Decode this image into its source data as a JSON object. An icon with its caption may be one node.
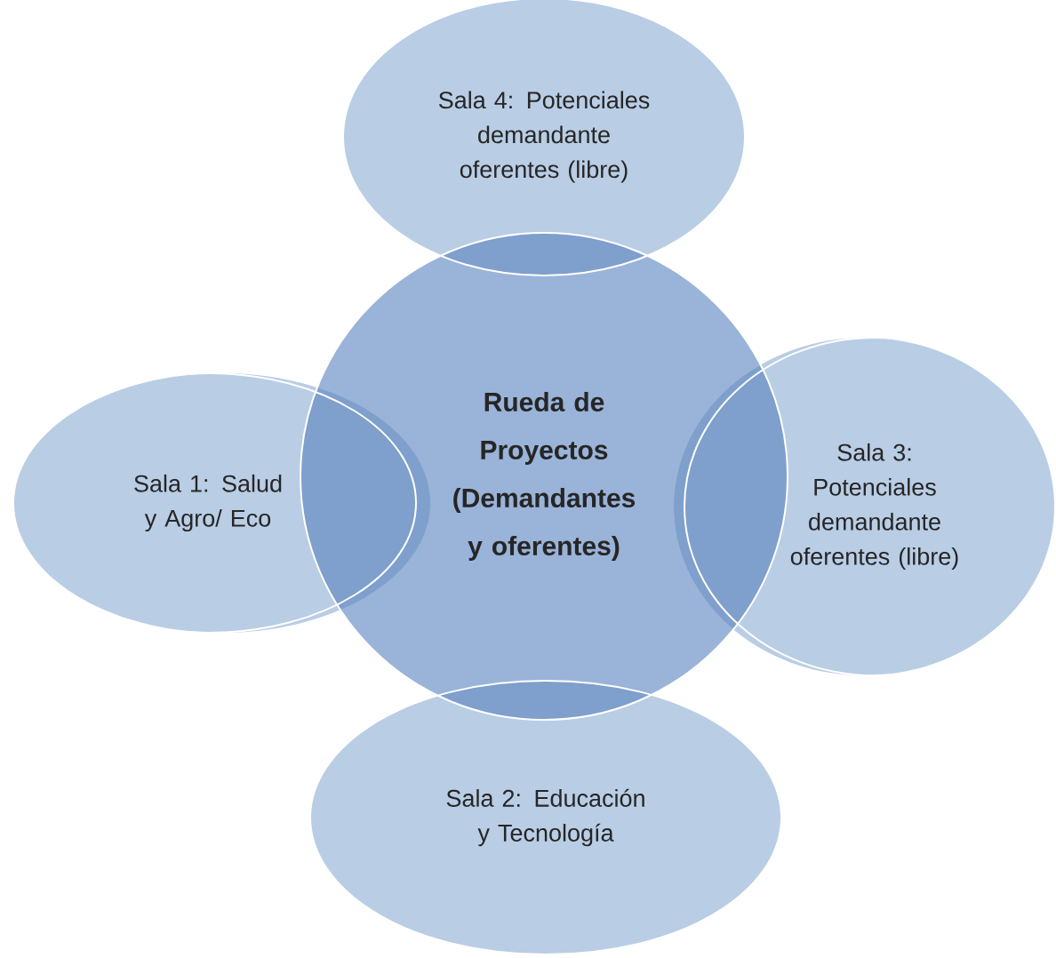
{
  "diagram": {
    "nodes": [
      {
        "text": [
          "Sala 4: Potenciales demandante oferentes (libre)"
        ]
      },
      {
        "text": [
          "Sala 1: Salud y Agro/ Eco"
        ]
      },
      {
        "text": [
          "Rueda de Proyectos (Demandantes y oferentes)"
        ]
      },
      {
        "text": [
          "Sala 3: Potenciales demandante oferentes (libre)"
        ]
      },
      {
        "text": [
          "Sala 2: Educación y Tecnología"
        ]
      }
    ]
  }
}
